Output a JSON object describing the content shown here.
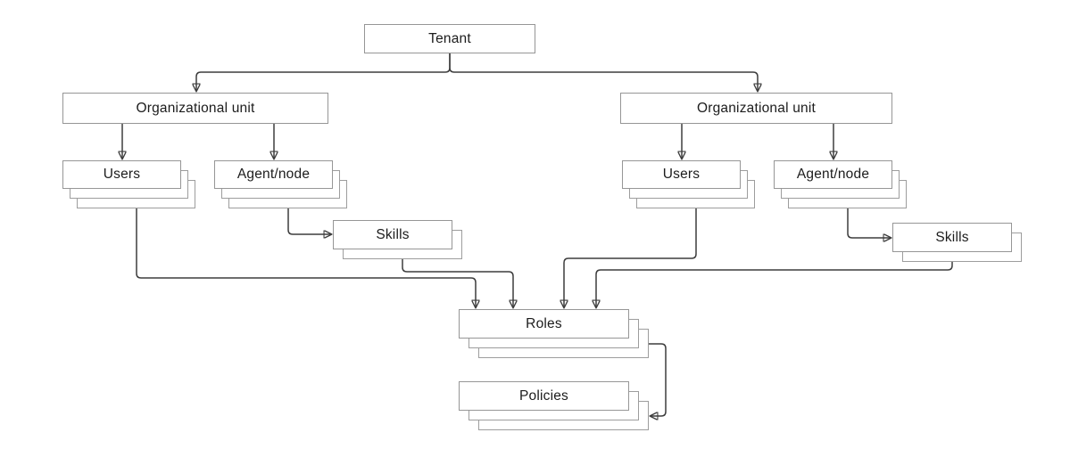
{
  "diagram": {
    "nodes": {
      "tenant": {
        "label": "Tenant",
        "layers": 1
      },
      "ou_left": {
        "label": "Organizational unit",
        "layers": 1
      },
      "ou_right": {
        "label": "Organizational unit",
        "layers": 1
      },
      "users_left": {
        "label": "Users",
        "layers": 3
      },
      "agent_left": {
        "label": "Agent/node",
        "layers": 3
      },
      "skills_left": {
        "label": "Skills",
        "layers": 2
      },
      "users_right": {
        "label": "Users",
        "layers": 3
      },
      "agent_right": {
        "label": "Agent/node",
        "layers": 3
      },
      "skills_right": {
        "label": "Skills",
        "layers": 2
      },
      "roles": {
        "label": "Roles",
        "layers": 3
      },
      "policies": {
        "label": "Policies",
        "layers": 3
      }
    },
    "edges": [
      {
        "from": "tenant",
        "to": "ou_left"
      },
      {
        "from": "tenant",
        "to": "ou_right"
      },
      {
        "from": "ou_left",
        "to": "users_left"
      },
      {
        "from": "ou_left",
        "to": "agent_left"
      },
      {
        "from": "agent_left",
        "to": "skills_left"
      },
      {
        "from": "ou_right",
        "to": "users_right"
      },
      {
        "from": "ou_right",
        "to": "agent_right"
      },
      {
        "from": "agent_right",
        "to": "skills_right"
      },
      {
        "from": "users_left",
        "to": "roles"
      },
      {
        "from": "skills_left",
        "to": "roles"
      },
      {
        "from": "users_right",
        "to": "roles"
      },
      {
        "from": "skills_right",
        "to": "roles"
      },
      {
        "from": "roles",
        "to": "policies"
      }
    ],
    "colors": {
      "box_fill": "#ffffff",
      "box_border": "#969696",
      "connector": "#3d3d3d",
      "text": "#1c1c1c"
    }
  }
}
